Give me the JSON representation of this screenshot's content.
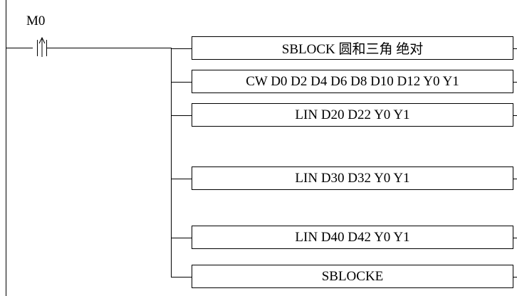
{
  "contact": {
    "label": "M0",
    "type": "rising-edge-contact"
  },
  "instructions": [
    {
      "text": "SBLOCK 圆和三角 绝对"
    },
    {
      "text": "CW D0 D2 D4 D6 D8 D10 D12 Y0 Y1"
    },
    {
      "text": "LIN D20 D22  Y0 Y1"
    },
    {
      "text": "LIN D30 D32  Y0 Y1"
    },
    {
      "text": "LIN D40 D42  Y0 Y1"
    },
    {
      "text": "SBLOCKE"
    }
  ]
}
